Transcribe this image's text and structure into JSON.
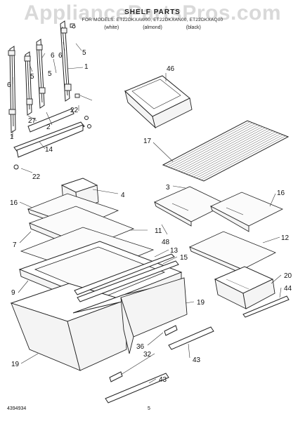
{
  "watermark": "AppliancePartsPros.com",
  "header": {
    "title": "SHELF PARTS",
    "models": "FOR MODELS: ET22DKXAW00, ET22DKXAN00, ET22DKXAQ00",
    "colors": [
      "(white)",
      "(almond)",
      "(black)"
    ]
  },
  "callouts": [
    {
      "id": "c46",
      "text": "46"
    },
    {
      "id": "c1a",
      "text": "1"
    },
    {
      "id": "c6a",
      "text": "6"
    },
    {
      "id": "c5a",
      "text": "5"
    },
    {
      "id": "c6b",
      "text": "6"
    },
    {
      "id": "c5b",
      "text": "5"
    },
    {
      "id": "c6c",
      "text": "6"
    },
    {
      "id": "c5c",
      "text": "5"
    },
    {
      "id": "c22a",
      "text": "22"
    },
    {
      "id": "c27",
      "text": "27"
    },
    {
      "id": "c2",
      "text": "2"
    },
    {
      "id": "c1b",
      "text": "1"
    },
    {
      "id": "c14",
      "text": "14"
    },
    {
      "id": "c22b",
      "text": "22"
    },
    {
      "id": "c17",
      "text": "17"
    },
    {
      "id": "c3",
      "text": "3"
    },
    {
      "id": "c16a",
      "text": "16"
    },
    {
      "id": "c16b",
      "text": "16"
    },
    {
      "id": "c4",
      "text": "4"
    },
    {
      "id": "c7",
      "text": "7"
    },
    {
      "id": "c11",
      "text": "11"
    },
    {
      "id": "c48",
      "text": "48"
    },
    {
      "id": "c12",
      "text": "12"
    },
    {
      "id": "c13",
      "text": "13"
    },
    {
      "id": "c15",
      "text": "15"
    },
    {
      "id": "c9",
      "text": "9"
    },
    {
      "id": "c20",
      "text": "20"
    },
    {
      "id": "c44",
      "text": "44"
    },
    {
      "id": "c19a",
      "text": "19"
    },
    {
      "id": "c19b",
      "text": "19"
    },
    {
      "id": "c36",
      "text": "36"
    },
    {
      "id": "c32",
      "text": "32"
    },
    {
      "id": "c43a",
      "text": "43"
    },
    {
      "id": "c43b",
      "text": "43"
    }
  ],
  "footer": {
    "doc_number": "4394934",
    "page": "5"
  }
}
